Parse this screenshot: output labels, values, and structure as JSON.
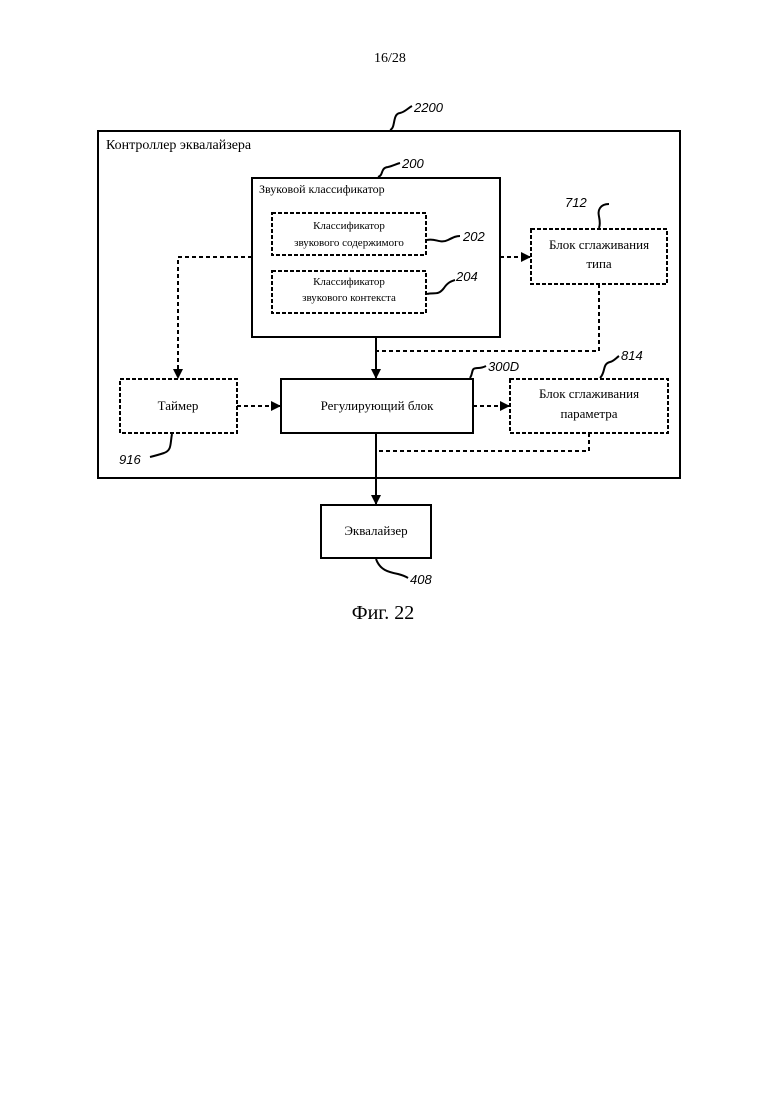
{
  "page_number": "16/28",
  "caption": "Фиг. 22",
  "blocks": {
    "controller": {
      "label": "Контроллер эквалайзера",
      "ref": "2200"
    },
    "audio_classifier": {
      "label": "Звуковой классификатор",
      "ref": "200"
    },
    "content_classifier": {
      "line1": "Классификатор",
      "line2": "звукового содержимого",
      "ref": "202"
    },
    "context_classifier": {
      "line1": "Классификатор",
      "line2": "звукового контекста",
      "ref": "204"
    },
    "type_smoothing": {
      "line1": "Блок сглаживания",
      "line2": "типа",
      "ref": "712"
    },
    "timer": {
      "label": "Таймер",
      "ref": "916"
    },
    "adjusting_unit": {
      "label": "Регулирующий блок",
      "ref": "300D"
    },
    "param_smoothing": {
      "line1": "Блок сглаживания",
      "line2": "параметра",
      "ref": "814"
    },
    "equalizer": {
      "label": "Эквалайзер",
      "ref": "408"
    }
  }
}
